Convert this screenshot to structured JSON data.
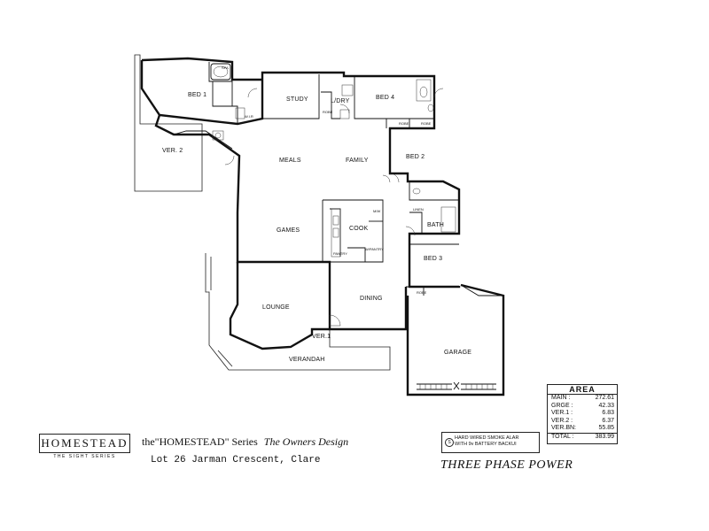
{
  "plan": {
    "rooms": {
      "bed1": "BED 1",
      "spa": "SPA",
      "wir": "W.I.R",
      "ver2": "VER. 2",
      "study": "STUDY",
      "ldry": "L/DRY",
      "bed4": "BED 4",
      "meals": "MEALS",
      "family": "FAMILY",
      "bed2": "BED 2",
      "games": "GAMES",
      "cook": "COOK",
      "bath": "BATH",
      "bed3": "BED 3",
      "lounge": "LOUNGE",
      "dining": "DINING",
      "ver1": "VER.1",
      "verandah": "VERANDAH",
      "garage": "GARAGE"
    },
    "fixtures": {
      "robe1": "ROBE",
      "robe2": "ROBE",
      "linen": "LINEN",
      "pantry": "PANTRY",
      "mw": "M/W",
      "walk_in": "W/PANTRY",
      "robe3": "ROBE",
      "robe4": "ROBE"
    }
  },
  "brand": {
    "logo_text": "HOMESTEAD",
    "tagline": "THE SIGHT SERIES"
  },
  "title": {
    "prefix": "the",
    "series_name": "\"HOMESTEAD\"",
    "series_word": "Series",
    "design": "The  Owners Design",
    "lot": "Lot 26 Jarman Crescent, Clare"
  },
  "smoke_note": {
    "line1": "HARD WIRED SMOKE ALAR",
    "line2": "WITH 9v BATTERY BACKUI",
    "icon": "S"
  },
  "power": "THREE PHASE POWER",
  "area": {
    "title": "AREA",
    "rows": [
      {
        "label": "MAIN :",
        "value": "272.61"
      },
      {
        "label": "GRGE :",
        "value": "42.33"
      },
      {
        "label": "VER.1 :",
        "value": "6.83"
      },
      {
        "label": "VER.2 :",
        "value": "6.37"
      },
      {
        "label": "VER.BN:",
        "value": "55.85"
      }
    ],
    "total_label": "TOTAL :",
    "total_value": "383.99"
  }
}
